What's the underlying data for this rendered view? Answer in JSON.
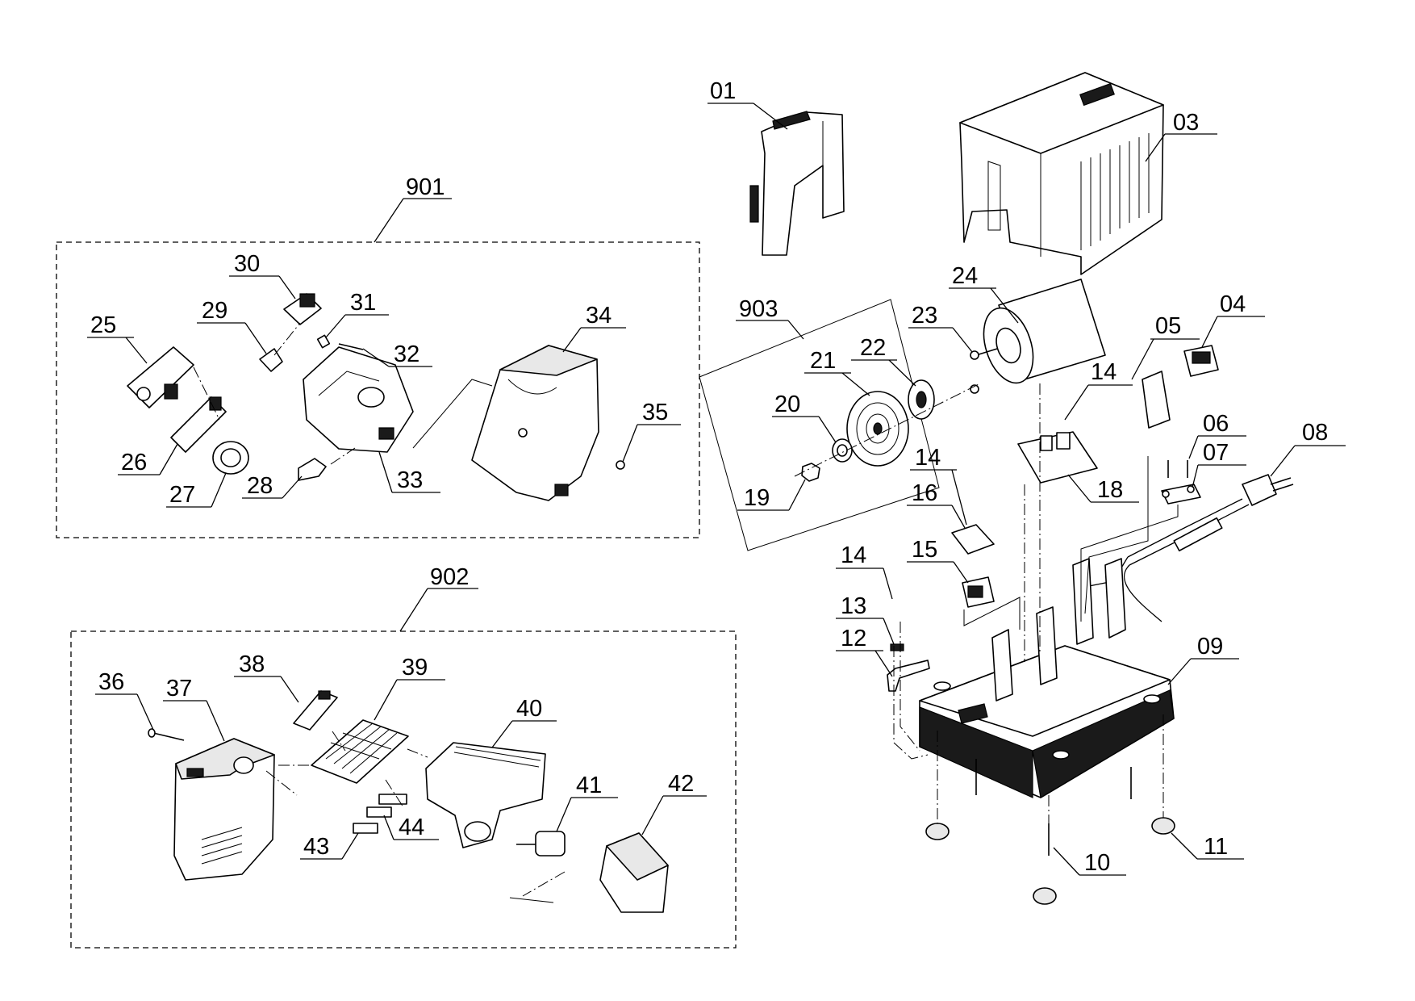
{
  "groups": [
    {
      "id": "901",
      "label": "901"
    },
    {
      "id": "902",
      "label": "902"
    },
    {
      "id": "903",
      "label": "903"
    }
  ],
  "parts": [
    "01",
    "03",
    "04",
    "05",
    "06",
    "07",
    "08",
    "09",
    "10",
    "11",
    "12",
    "13",
    "14",
    "15",
    "16",
    "18",
    "19",
    "20",
    "21",
    "22",
    "23",
    "24",
    "25",
    "26",
    "27",
    "28",
    "29",
    "30",
    "31",
    "32",
    "33",
    "34",
    "35",
    "36",
    "37",
    "38",
    "39",
    "40",
    "41",
    "42",
    "43",
    "44"
  ],
  "callouts": {
    "p01": "01",
    "p03": "03",
    "p04": "04",
    "p05": "05",
    "p06": "06",
    "p07": "07",
    "p08": "08",
    "p09": "09",
    "p10": "10",
    "p11": "11",
    "p12": "12",
    "p13": "13",
    "p14a": "14",
    "p14b": "14",
    "p14c": "14",
    "p15": "15",
    "p16": "16",
    "p18": "18",
    "p19": "19",
    "p20": "20",
    "p21": "21",
    "p22": "22",
    "p23": "23",
    "p24": "24",
    "p25": "25",
    "p26": "26",
    "p27": "27",
    "p28": "28",
    "p29": "29",
    "p30": "30",
    "p31": "31",
    "p32": "32",
    "p33": "33",
    "p34": "34",
    "p35": "35",
    "p36": "36",
    "p37": "37",
    "p38": "38",
    "p39": "39",
    "p40": "40",
    "p41": "41",
    "p42": "42",
    "p43": "43",
    "p44": "44",
    "g901": "901",
    "g902": "902",
    "g903": "903"
  }
}
